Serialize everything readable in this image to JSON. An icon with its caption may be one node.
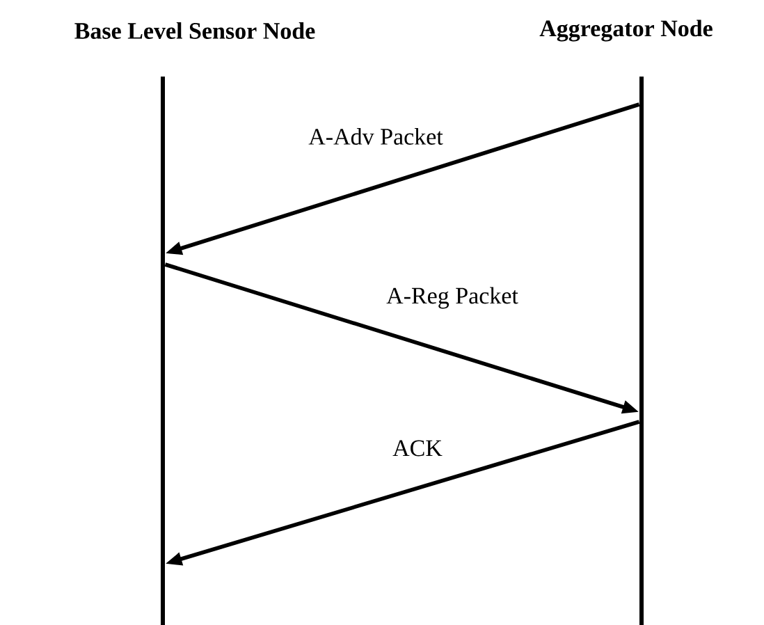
{
  "diagram": {
    "nodes": [
      {
        "text": [
          "Base Level Sensor Node"
        ]
      },
      {
        "text": [
          "Aggregator Node"
        ]
      }
    ],
    "edges": [
      {
        "from": 1,
        "to": 0,
        "arrow": "to",
        "label": "A-Adv Packet"
      },
      {
        "from": 0,
        "to": 1,
        "arrow": "to",
        "label": "A-Reg Packet"
      },
      {
        "from": 1,
        "to": 0,
        "arrow": "to",
        "label": "ACK"
      }
    ]
  }
}
